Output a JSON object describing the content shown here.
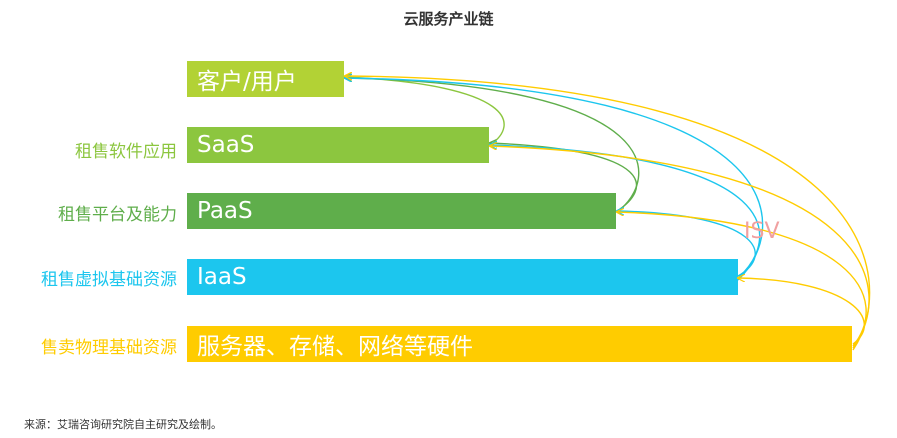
{
  "title": "云服务产业链",
  "layers": [
    {
      "label": "",
      "bar_text": "客户/用户",
      "color": "#b2d235"
    },
    {
      "label": "租售软件应用",
      "bar_text": "SaaS",
      "color": "#8cc63f"
    },
    {
      "label": "租售平台及能力",
      "bar_text": "PaaS",
      "color": "#5fae4b"
    },
    {
      "label": "租售虚拟基础资源",
      "bar_text": "IaaS",
      "color": "#1cc6ee"
    },
    {
      "label": "售卖物理基础资源",
      "bar_text": "服务器、存储、网络等硬件",
      "color": "#ffcc00"
    }
  ],
  "isv_label": "ISV",
  "source": "来源：艾瑞咨询研究院自主研究及绘制。",
  "colors": {
    "title": "#333333",
    "arrow_green_light": "#8cc63f",
    "arrow_green_dark": "#5fae4b",
    "arrow_blue": "#1cc6ee",
    "arrow_yellow": "#ffcc00"
  }
}
